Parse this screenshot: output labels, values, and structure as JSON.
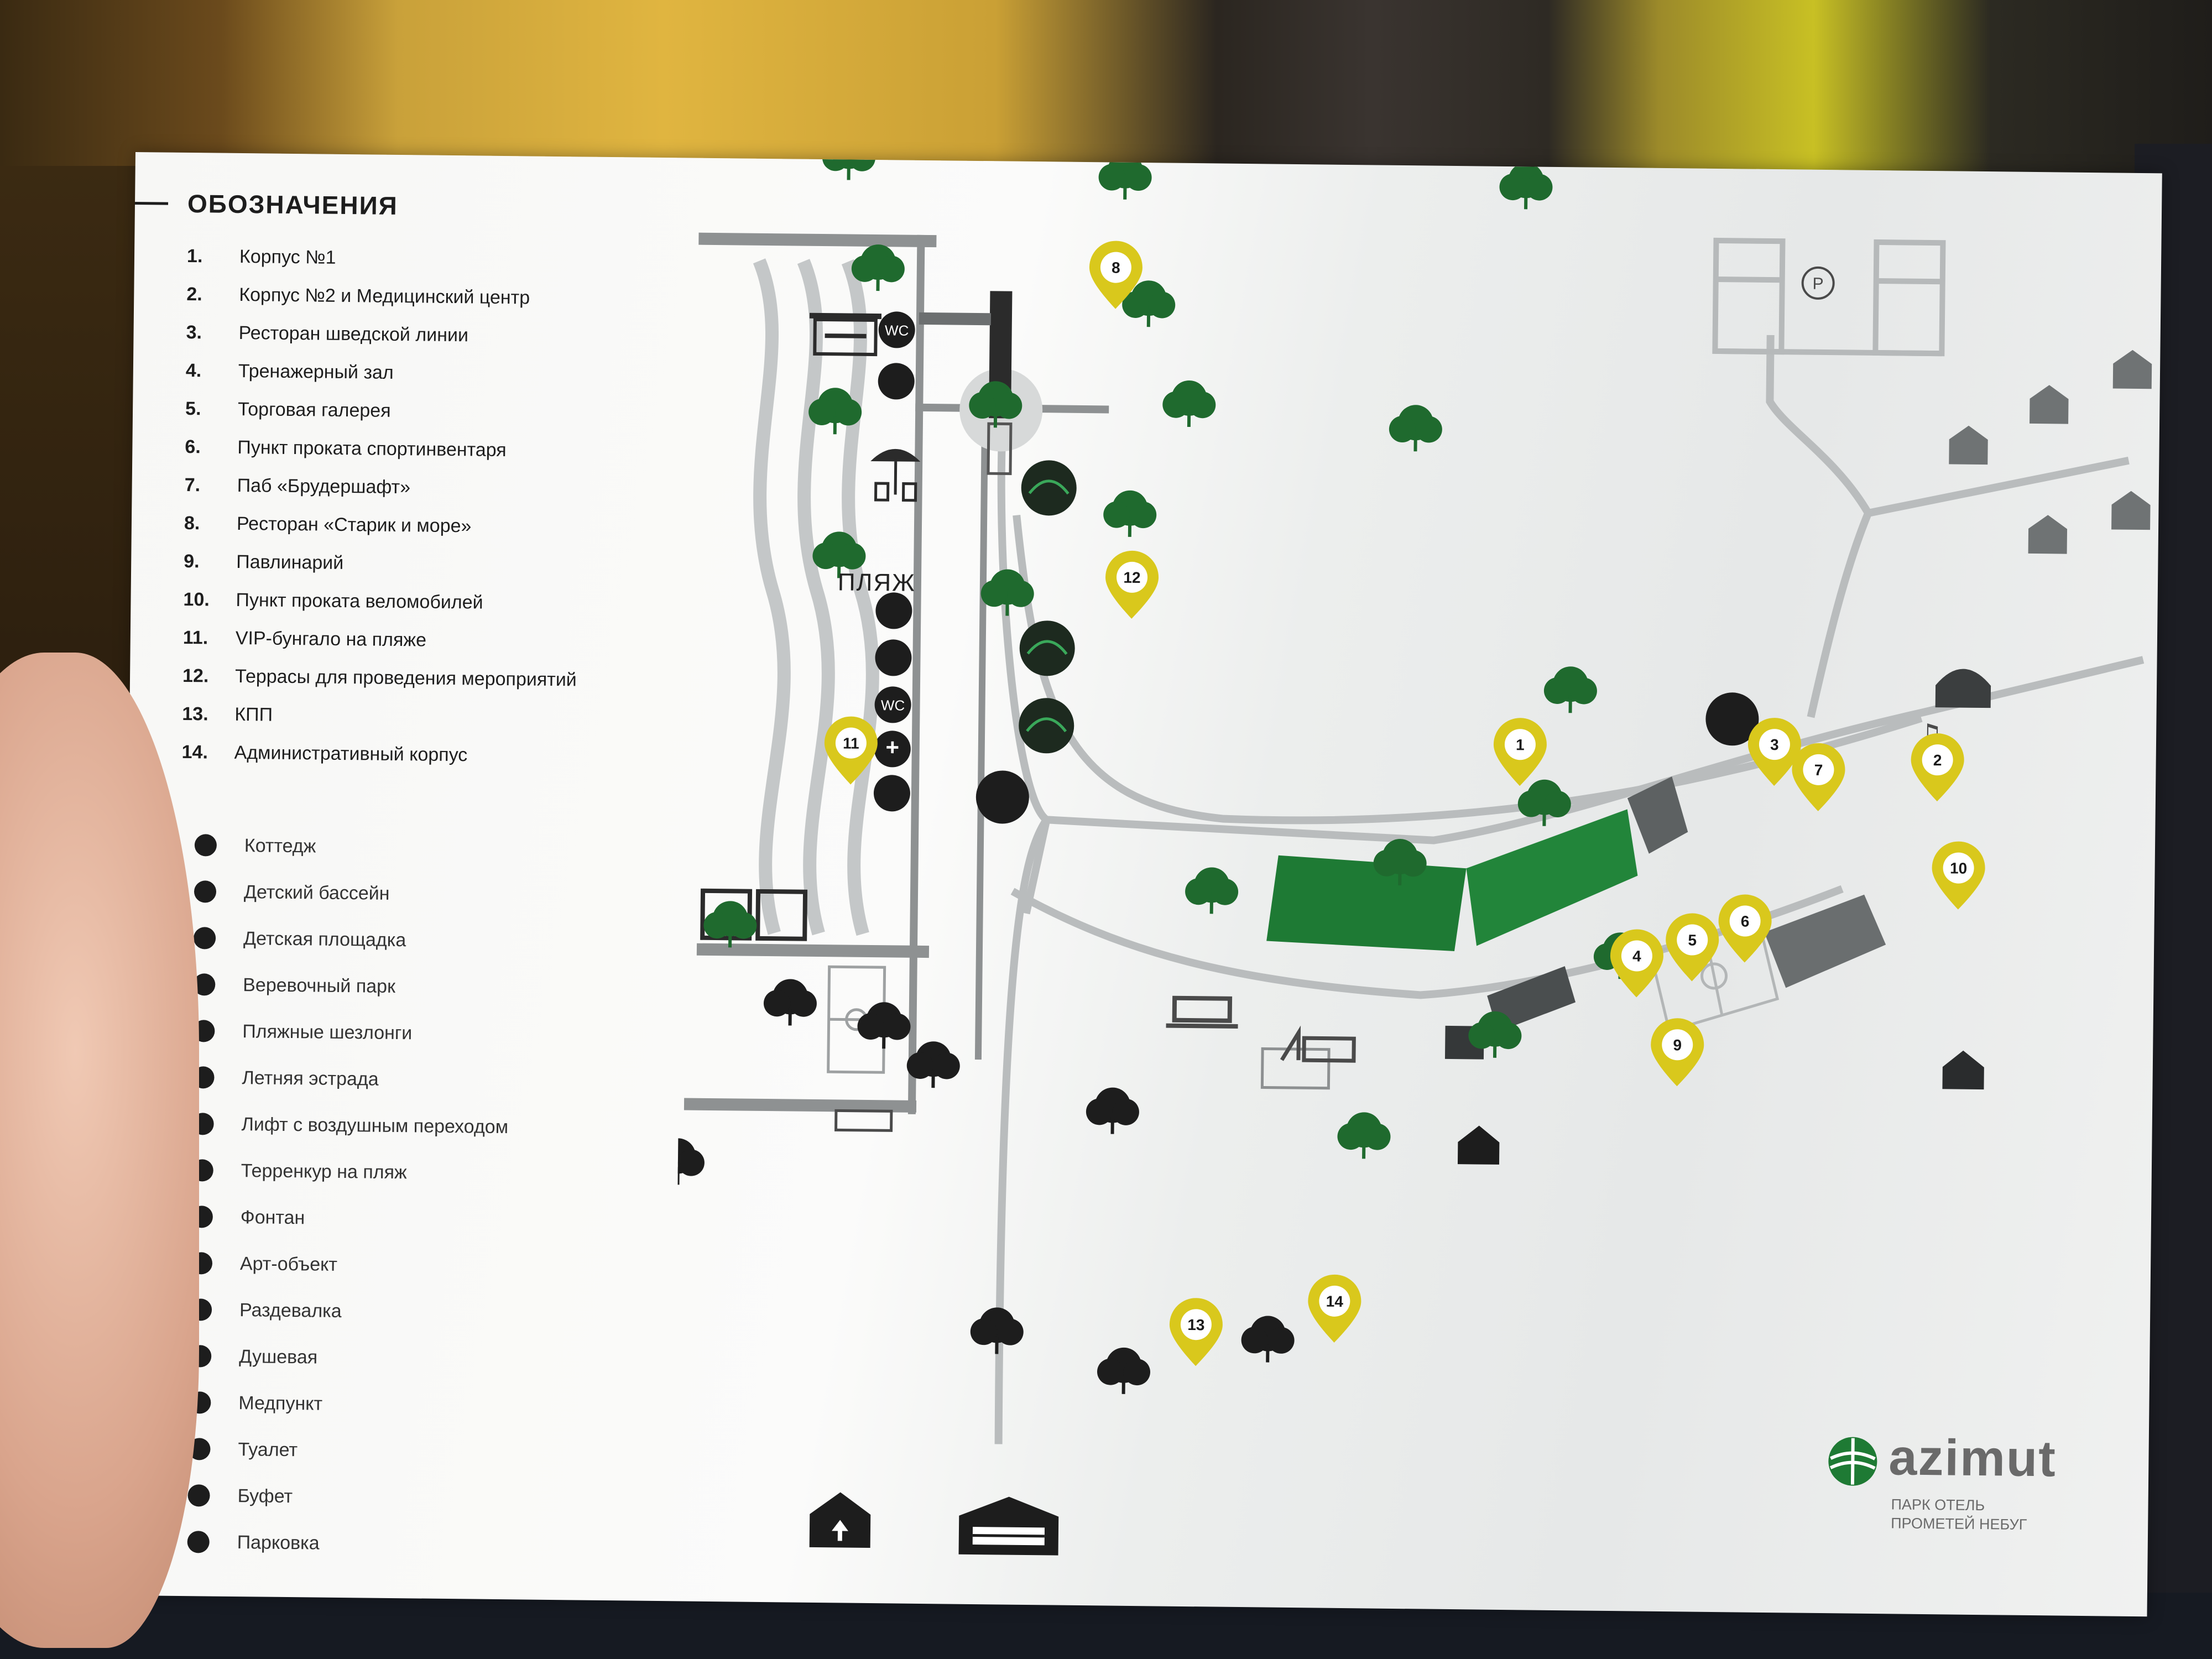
{
  "legend": {
    "title": "ОБОЗНАЧЕНИЯ",
    "numbered": [
      {
        "num": "1.",
        "label": "Корпус №1"
      },
      {
        "num": "2.",
        "label": "Корпус №2 и Медицинский центр"
      },
      {
        "num": "3.",
        "label": "Ресторан шведской линии"
      },
      {
        "num": "4.",
        "label": "Тренажерный зал"
      },
      {
        "num": "5.",
        "label": "Торговая галерея"
      },
      {
        "num": "6.",
        "label": "Пункт проката спортинвентаря"
      },
      {
        "num": "7.",
        "label": "Паб «Брудершафт»"
      },
      {
        "num": "8.",
        "label": "Ресторан «Старик и море»"
      },
      {
        "num": "9.",
        "label": "Павлинарий"
      },
      {
        "num": "10.",
        "label": "Пункт проката веломобилей"
      },
      {
        "num": "11.",
        "label": "VIP-бунгало на пляже"
      },
      {
        "num": "12.",
        "label": "Террасы для проведения мероприятий"
      },
      {
        "num": "13.",
        "label": "КПП"
      },
      {
        "num": "14.",
        "label": "Административный корпус"
      }
    ],
    "symbols": [
      {
        "icon": "cottage-icon",
        "label": "Коттедж"
      },
      {
        "icon": "kids-pool-icon",
        "label": "Детский бассейн"
      },
      {
        "icon": "playground-icon",
        "label": "Детская площадка"
      },
      {
        "icon": "rope-park-icon",
        "label": "Веревочный парк"
      },
      {
        "icon": "beach-lounger-icon",
        "label": "Пляжные шезлонги"
      },
      {
        "icon": "music-note-icon",
        "label": "Летняя эстрада"
      },
      {
        "icon": "elevator-icon",
        "label": "Лифт с воздушным переходом"
      },
      {
        "icon": "terrenkur-icon",
        "label": "Терренкур на пляж"
      },
      {
        "icon": "fountain-icon",
        "label": "Фонтан"
      },
      {
        "icon": "art-object-icon",
        "label": "Арт-объект"
      },
      {
        "icon": "changing-room-icon",
        "label": "Раздевалка"
      },
      {
        "icon": "shower-icon",
        "label": "Душевая"
      },
      {
        "icon": "first-aid-icon",
        "label": "Медпункт"
      },
      {
        "icon": "toilet-icon",
        "label": "Туалет"
      },
      {
        "icon": "buffet-icon",
        "label": "Буфет"
      },
      {
        "icon": "parking-icon",
        "label": "Парковка"
      }
    ]
  },
  "map": {
    "beach_label": "ПЛЯЖ",
    "wc_label": "WC",
    "parking_label": "P",
    "pins": [
      "8",
      "12",
      "11",
      "1",
      "3",
      "7",
      "2",
      "10",
      "4",
      "5",
      "6",
      "9",
      "13",
      "14"
    ]
  },
  "brand": {
    "name": "azimut",
    "sub1": "ПАРК ОТЕЛЬ",
    "sub2": "ПРОМЕТЕЙ НЕБУГ"
  },
  "colors": {
    "pin": "#d9c81c",
    "building_green": "#1e7a34",
    "tree_green": "#1f6a2e",
    "road": "#b9bcbd",
    "dark": "#1d1d1d"
  }
}
